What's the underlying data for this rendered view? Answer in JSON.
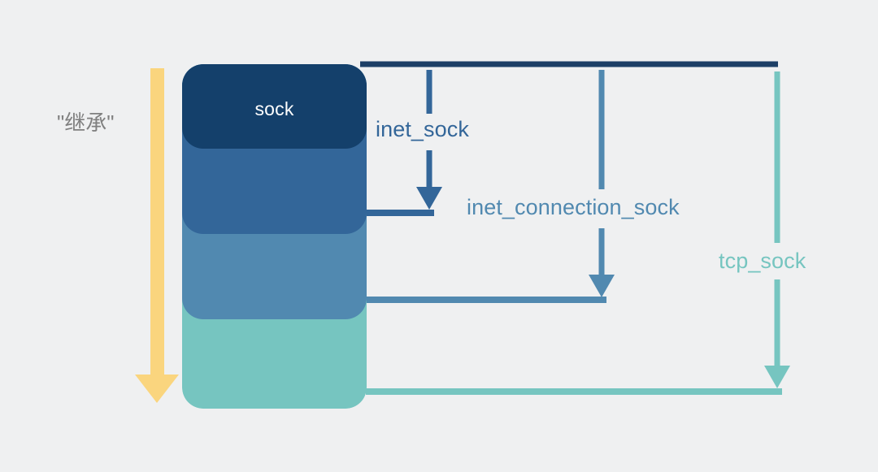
{
  "diagram": {
    "title": "Linux socket struct inheritance",
    "background_color": "#eff0f1",
    "annotation": {
      "label": "\"继承\"",
      "color": "#808080",
      "arrow": {
        "name": "inheritance-direction-arrow",
        "color": "#fad57e",
        "direction": "down"
      }
    },
    "struct_stack": {
      "name": "sock-struct-memory-layout",
      "layers": [
        {
          "label": "sock",
          "color": "#14406b",
          "show_label": true
        },
        {
          "label": "inet_sock",
          "color": "#336699",
          "show_label": false
        },
        {
          "label": "inet_connection_sock",
          "color": "#5189b0",
          "show_label": false
        },
        {
          "label": "tcp_sock",
          "color": "#76c5c0",
          "show_label": false
        }
      ]
    },
    "edges": [
      {
        "label": "inet_sock",
        "color": "#336699"
      },
      {
        "label": "inet_connection_sock",
        "color": "#5189b0"
      },
      {
        "label": "tcp_sock",
        "color": "#76c5c0"
      }
    ],
    "bracket_colors": {
      "top_rule": "#1d3f66",
      "inet_sock": "#336699",
      "inet_connection_sock": "#5189b0",
      "tcp_sock": "#76c5c0"
    }
  }
}
